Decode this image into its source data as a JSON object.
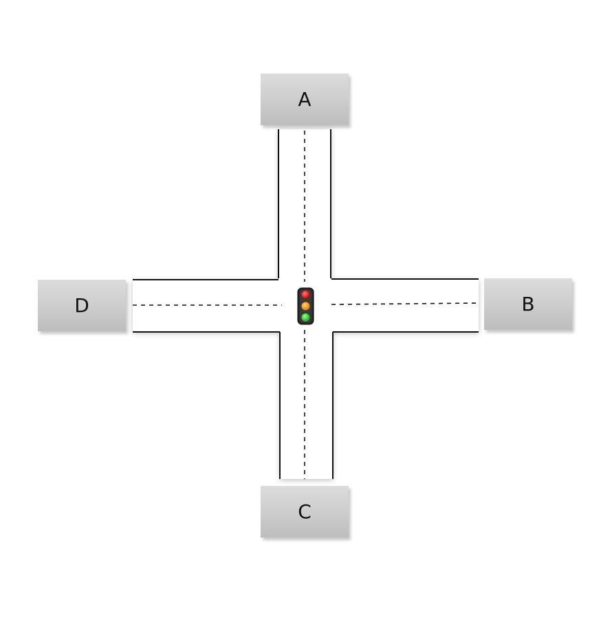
{
  "nodes": {
    "a": "A",
    "b": "B",
    "c": "C",
    "d": "D"
  },
  "traffic_light": {
    "lights": [
      "red",
      "amber",
      "green"
    ],
    "colors": {
      "housing": "#2a2a2a",
      "red": "#e81414",
      "amber": "#f0a020",
      "green": "#33cc33"
    }
  },
  "colors": {
    "road_edge": "#111111",
    "lane_marking": "#111111",
    "box_fill_top": "#dcdcdc",
    "box_fill_bottom": "#bdbdbd"
  }
}
